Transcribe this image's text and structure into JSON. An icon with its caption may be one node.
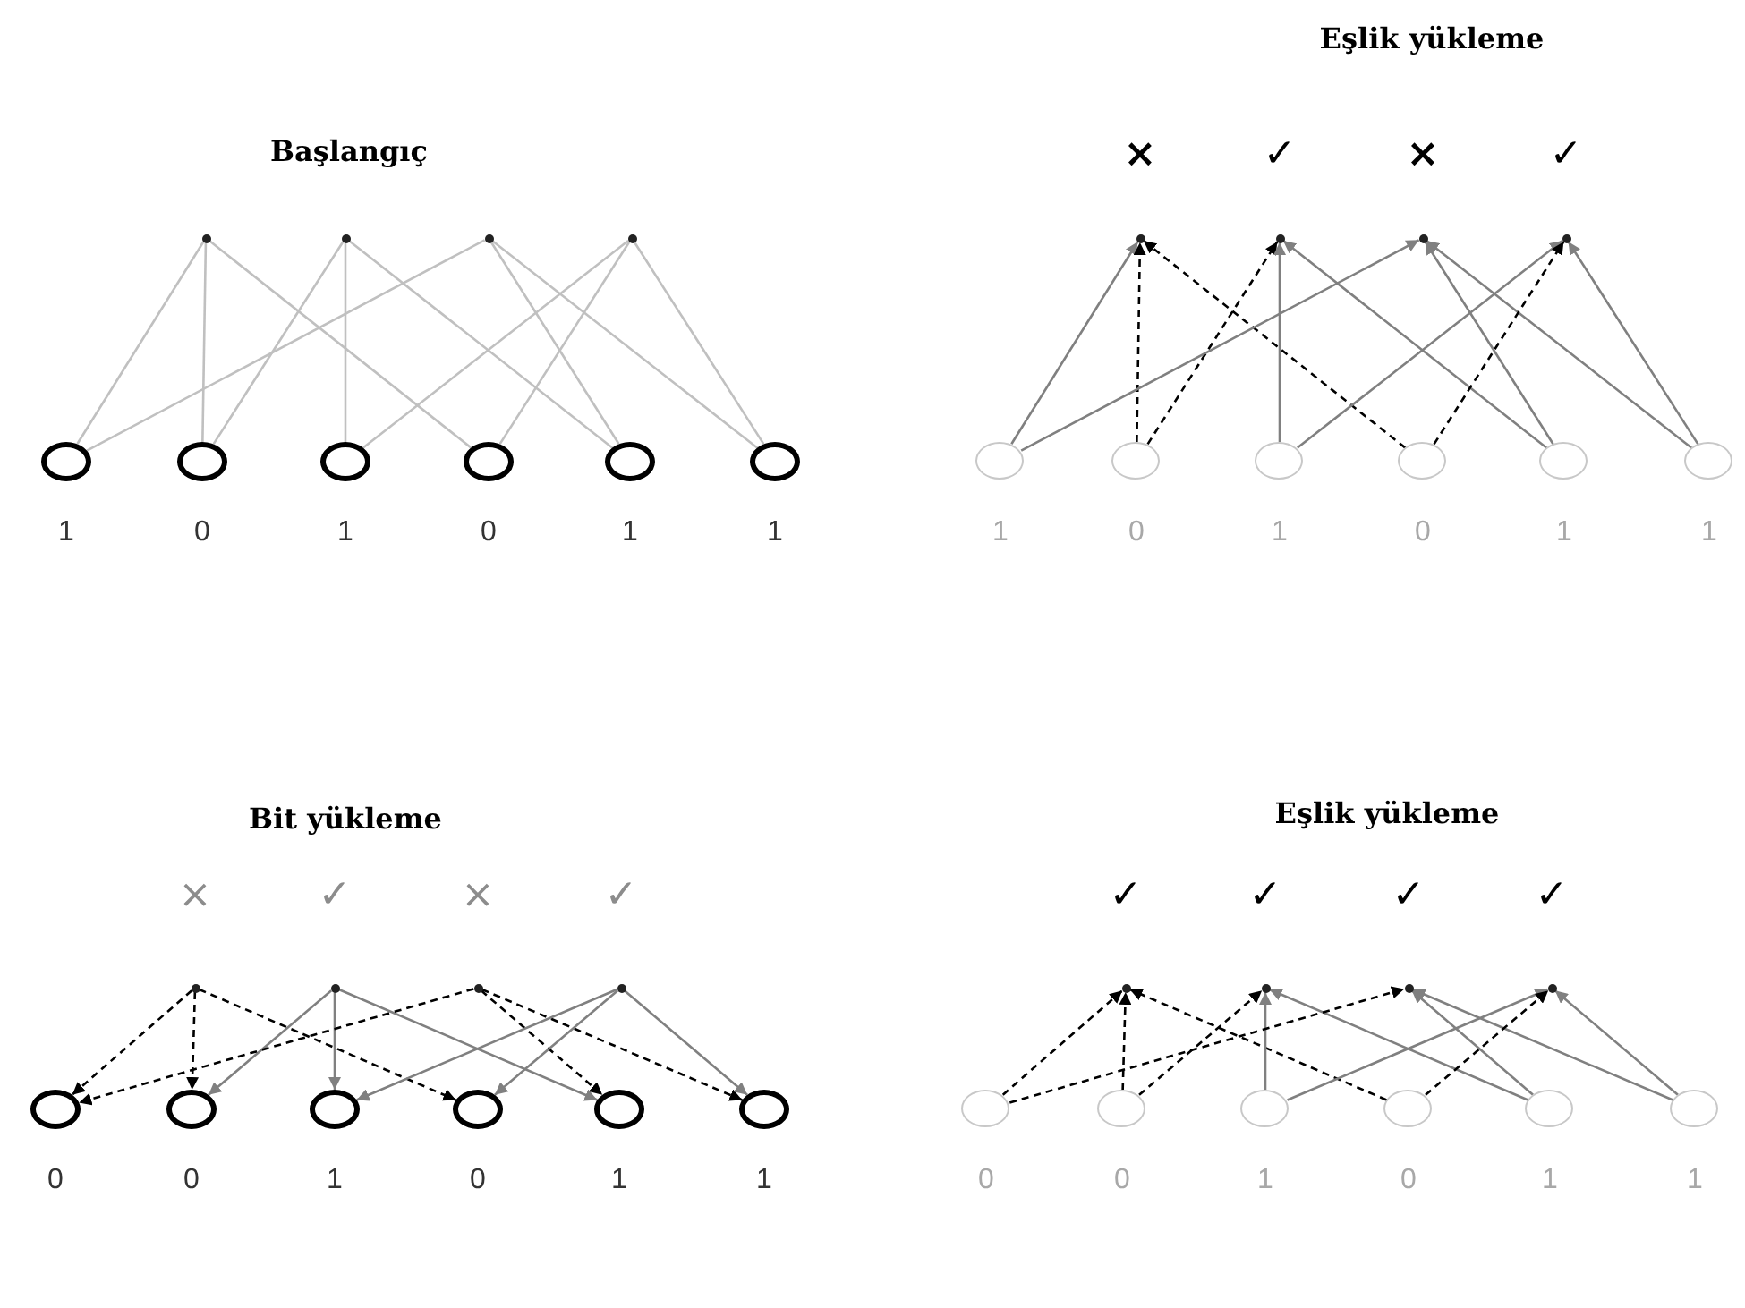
{
  "diagram": {
    "nodes": [
      {
        "text": [],
        "shape": "point"
      },
      {
        "text": [],
        "shape": "point"
      },
      {
        "text": [],
        "shape": "point"
      },
      {
        "text": [],
        "shape": "point"
      },
      {
        "text": [
          "1"
        ]
      },
      {
        "text": [
          "0"
        ]
      },
      {
        "text": [
          "1"
        ]
      },
      {
        "text": [
          "0"
        ]
      },
      {
        "text": [
          "1"
        ]
      },
      {
        "text": [
          "1"
        ]
      },
      {
        "text": [],
        "shape": "point",
        "beside": [
          "×"
        ]
      },
      {
        "text": [],
        "shape": "point",
        "beside": [
          "✓"
        ]
      },
      {
        "text": [],
        "shape": "point",
        "beside": [
          "×"
        ]
      },
      {
        "text": [],
        "shape": "point",
        "beside": [
          "✓"
        ]
      },
      {
        "text": [
          "1"
        ]
      },
      {
        "text": [
          "0"
        ]
      },
      {
        "text": [
          "1"
        ]
      },
      {
        "text": [
          "0"
        ]
      },
      {
        "text": [
          "1"
        ]
      },
      {
        "text": [
          "1"
        ]
      },
      {
        "text": [],
        "shape": "point",
        "beside": [
          "×"
        ]
      },
      {
        "text": [],
        "shape": "point",
        "beside": [
          "✓"
        ]
      },
      {
        "text": [],
        "shape": "point",
        "beside": [
          "×"
        ]
      },
      {
        "text": [],
        "shape": "point",
        "beside": [
          "✓"
        ]
      },
      {
        "text": [
          "0"
        ]
      },
      {
        "text": [
          "0"
        ]
      },
      {
        "text": [
          "1"
        ]
      },
      {
        "text": [
          "0"
        ]
      },
      {
        "text": [
          "1"
        ]
      },
      {
        "text": [
          "1"
        ]
      },
      {
        "text": [],
        "shape": "point",
        "beside": [
          "✓"
        ]
      },
      {
        "text": [],
        "shape": "point",
        "beside": [
          "✓"
        ]
      },
      {
        "text": [],
        "shape": "point",
        "beside": [
          "✓"
        ]
      },
      {
        "text": [],
        "shape": "point",
        "beside": [
          "✓"
        ]
      },
      {
        "text": [
          "0"
        ]
      },
      {
        "text": [
          "0"
        ]
      },
      {
        "text": [
          "1"
        ]
      },
      {
        "text": [
          "0"
        ]
      },
      {
        "text": [
          "1"
        ]
      },
      {
        "text": [
          "1"
        ]
      }
    ],
    "edges": [
      {
        "from": 0,
        "to": 4,
        "arrow": "none",
        "color": "#c0c0c0"
      },
      {
        "from": 0,
        "to": 5,
        "arrow": "none",
        "color": "#c0c0c0"
      },
      {
        "from": 0,
        "to": 7,
        "arrow": "none",
        "color": "#c0c0c0"
      },
      {
        "from": 1,
        "to": 5,
        "arrow": "none",
        "color": "#c0c0c0"
      },
      {
        "from": 1,
        "to": 6,
        "arrow": "none",
        "color": "#c0c0c0"
      },
      {
        "from": 1,
        "to": 8,
        "arrow": "none",
        "color": "#c0c0c0"
      },
      {
        "from": 2,
        "to": 4,
        "arrow": "none",
        "color": "#c0c0c0"
      },
      {
        "from": 2,
        "to": 8,
        "arrow": "none",
        "color": "#c0c0c0"
      },
      {
        "from": 2,
        "to": 9,
        "arrow": "none",
        "color": "#c0c0c0"
      },
      {
        "from": 3,
        "to": 6,
        "arrow": "none",
        "color": "#c0c0c0"
      },
      {
        "from": 3,
        "to": 7,
        "arrow": "none",
        "color": "#c0c0c0"
      },
      {
        "from": 3,
        "to": 9,
        "arrow": "none",
        "color": "#c0c0c0"
      },
      {
        "from": 14,
        "to": 10,
        "arrow": "to"
      },
      {
        "from": 15,
        "to": 10,
        "arrow": "to",
        "style": "dashed",
        "color": "#000000"
      },
      {
        "from": 17,
        "to": 10,
        "arrow": "to",
        "style": "dashed",
        "color": "#000000"
      },
      {
        "from": 15,
        "to": 11,
        "arrow": "to",
        "style": "dashed",
        "color": "#000000"
      },
      {
        "from": 16,
        "to": 11,
        "arrow": "to"
      },
      {
        "from": 18,
        "to": 11,
        "arrow": "to"
      },
      {
        "from": 14,
        "to": 12,
        "arrow": "to"
      },
      {
        "from": 18,
        "to": 12,
        "arrow": "to"
      },
      {
        "from": 19,
        "to": 12,
        "arrow": "to"
      },
      {
        "from": 16,
        "to": 13,
        "arrow": "to"
      },
      {
        "from": 17,
        "to": 13,
        "arrow": "to",
        "style": "dashed",
        "color": "#000000"
      },
      {
        "from": 19,
        "to": 13,
        "arrow": "to"
      },
      {
        "from": 20,
        "to": 24,
        "arrow": "to",
        "style": "dashed",
        "color": "#000000"
      },
      {
        "from": 20,
        "to": 25,
        "arrow": "to",
        "style": "dashed",
        "color": "#000000"
      },
      {
        "from": 20,
        "to": 27,
        "arrow": "to",
        "style": "dashed",
        "color": "#000000"
      },
      {
        "from": 21,
        "to": 25,
        "arrow": "to"
      },
      {
        "from": 21,
        "to": 26,
        "arrow": "to"
      },
      {
        "from": 21,
        "to": 28,
        "arrow": "to"
      },
      {
        "from": 22,
        "to": 24,
        "arrow": "to",
        "style": "dashed",
        "color": "#000000"
      },
      {
        "from": 22,
        "to": 28,
        "arrow": "to",
        "style": "dashed",
        "color": "#000000"
      },
      {
        "from": 22,
        "to": 29,
        "arrow": "to",
        "style": "dashed",
        "color": "#000000"
      },
      {
        "from": 23,
        "to": 26,
        "arrow": "to"
      },
      {
        "from": 23,
        "to": 27,
        "arrow": "to"
      },
      {
        "from": 23,
        "to": 29,
        "arrow": "to"
      },
      {
        "from": 34,
        "to": 30,
        "arrow": "to",
        "style": "dashed",
        "color": "#000000"
      },
      {
        "from": 35,
        "to": 30,
        "arrow": "to",
        "style": "dashed",
        "color": "#000000"
      },
      {
        "from": 37,
        "to": 30,
        "arrow": "to",
        "style": "dashed",
        "color": "#000000"
      },
      {
        "from": 35,
        "to": 31,
        "arrow": "to",
        "style": "dashed",
        "color": "#000000"
      },
      {
        "from": 36,
        "to": 31,
        "arrow": "to"
      },
      {
        "from": 38,
        "to": 31,
        "arrow": "to"
      },
      {
        "from": 34,
        "to": 32,
        "arrow": "to",
        "style": "dashed",
        "color": "#000000"
      },
      {
        "from": 38,
        "to": 32,
        "arrow": "to"
      },
      {
        "from": 39,
        "to": 32,
        "arrow": "to"
      },
      {
        "from": 36,
        "to": 33,
        "arrow": "to"
      },
      {
        "from": 37,
        "to": 33,
        "arrow": "to",
        "style": "dashed",
        "color": "#000000"
      },
      {
        "from": 39,
        "to": 33,
        "arrow": "to"
      }
    ],
    "labels": [
      "Eşlik yükleme",
      "Başlangıç",
      "Bit yükleme",
      "Eşlik yükleme"
    ]
  }
}
